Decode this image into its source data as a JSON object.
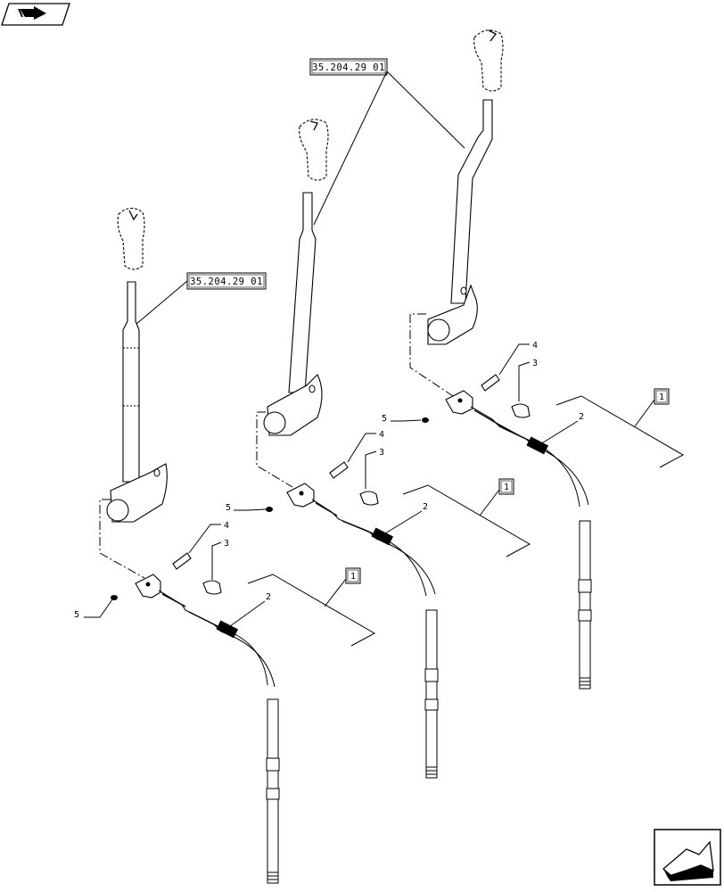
{
  "nav": {
    "back_icon": "back-arrow-icon",
    "next_icon": "next-arrow-icon"
  },
  "references": {
    "ref_top": "35.204.29 01",
    "ref_left": "35.204.29 01"
  },
  "callouts": {
    "box_label": "1",
    "cable": "2",
    "clip": "3",
    "pin": "4",
    "washer": "5"
  }
}
